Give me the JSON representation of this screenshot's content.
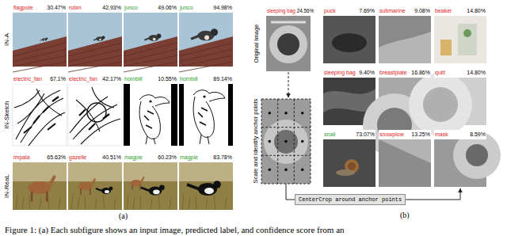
{
  "diagram": {
    "caption": "Figure 1: (a) Each subfigure shows an input image, predicted label, and confidence score from an",
    "nodes": [
      {
        "text": [
          "flagpole",
          "30.47%"
        ]
      },
      {
        "text": [
          "robin",
          "42.93%"
        ]
      },
      {
        "text": [
          "junco",
          "49.06%"
        ]
      },
      {
        "text": [
          "junco",
          "94.98%"
        ]
      },
      {
        "text": [
          "electric_fan",
          "67.1%"
        ]
      },
      {
        "text": [
          "electric_fan",
          "42.17%"
        ]
      },
      {
        "text": [
          "hornbill",
          "10.55%"
        ]
      },
      {
        "text": [
          "hornbill",
          "89.14%"
        ]
      },
      {
        "text": [
          "impala",
          "65.63%"
        ]
      },
      {
        "text": [
          "gazelle",
          "40.51%"
        ]
      },
      {
        "text": [
          "magpie",
          "60.23%"
        ]
      },
      {
        "text": [
          "magpie",
          "83.78%"
        ]
      },
      {
        "text": [
          "sleeping bag",
          "24.56%",
          "Original Image"
        ]
      },
      {
        "text": [
          "Scale and Identify anchor points"
        ]
      },
      {
        "text": [
          "CenterCrop around anchor points"
        ]
      },
      {
        "text": [
          "puck",
          "7.69%"
        ]
      },
      {
        "text": [
          "submarine",
          "9.08%"
        ]
      },
      {
        "text": [
          "beaker",
          "14.80%"
        ]
      },
      {
        "text": [
          "sleeping bag",
          "9.40%"
        ]
      },
      {
        "text": [
          "breastplate",
          "16.86%"
        ]
      },
      {
        "text": [
          "quilt",
          "14.80%"
        ]
      },
      {
        "text": [
          "snail",
          "73.07%"
        ]
      },
      {
        "text": [
          "snowplow",
          "13.25%"
        ]
      },
      {
        "text": [
          "mask",
          "8.59%"
        ]
      }
    ],
    "edges": [
      {
        "from": 12,
        "to": 13,
        "arrow": "to"
      },
      {
        "from": 13,
        "to": 14,
        "arrow": "none"
      },
      {
        "from": 14,
        "to": 23,
        "arrow": "to"
      }
    ],
    "labels": [
      "IN-A",
      "IN-Sketch",
      "IN-ReaL",
      "(a)",
      "(b)"
    ]
  }
}
